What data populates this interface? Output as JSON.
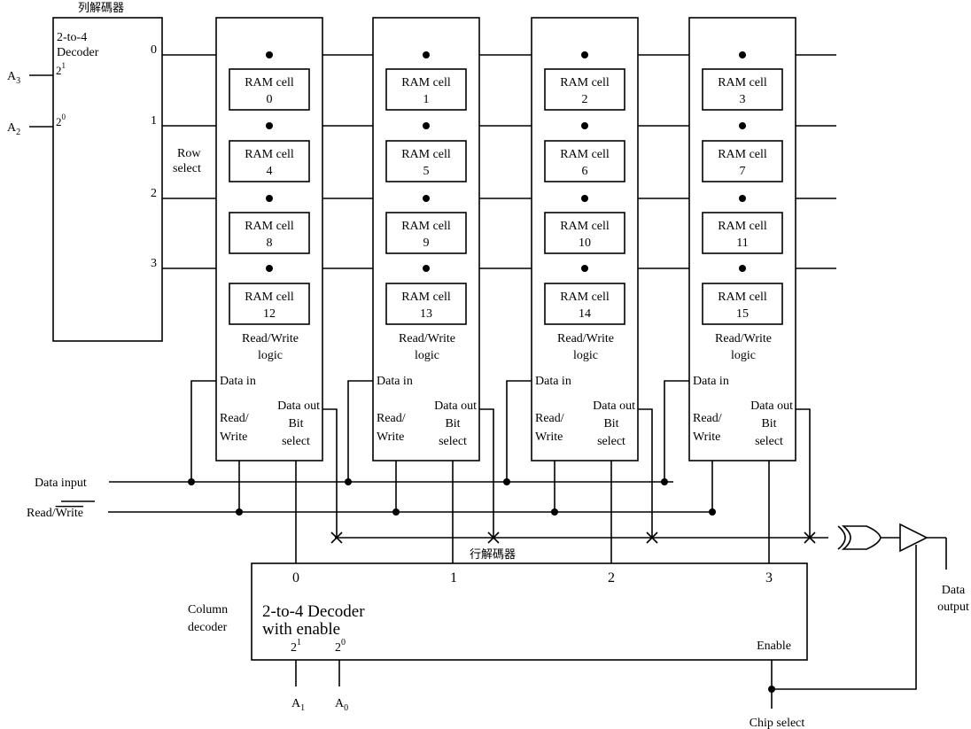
{
  "row_decoder": {
    "caption": "列解碼器",
    "title_line1": "2-to-4",
    "title_line2": "Decoder",
    "inputs": [
      {
        "base": "A",
        "sub": "3",
        "power_base": "2",
        "power_exp": "1"
      },
      {
        "base": "A",
        "sub": "2",
        "power_base": "2",
        "power_exp": "0"
      }
    ],
    "outputs": [
      "0",
      "1",
      "2",
      "3"
    ]
  },
  "row_select_label_line1": "Row",
  "row_select_label_line2": "select",
  "cell_prefix": "RAM cell",
  "cells": [
    "0",
    "1",
    "2",
    "3",
    "4",
    "5",
    "6",
    "7",
    "8",
    "9",
    "10",
    "11",
    "12",
    "13",
    "14",
    "15"
  ],
  "rw_logic_line1": "Read/Write",
  "rw_logic_line2": "logic",
  "data_in": "Data in",
  "read_line": "Read/",
  "write_line": "Write",
  "data_out": "Data out",
  "bit_line": "Bit",
  "select_line": "select",
  "data_input": "Data input",
  "read_write_prefix": "Read/",
  "read_write_bar": "Write",
  "column_decoder": {
    "caption": "行解碼器",
    "side_line1": "Column",
    "side_line2": "decoder",
    "title_line1": "2-to-4 Decoder",
    "title_line2": "with enable",
    "outputs": [
      "0",
      "1",
      "2",
      "3"
    ],
    "in_high": {
      "base": "2",
      "exp": "1",
      "signal": "A",
      "sub": "1"
    },
    "in_low": {
      "base": "2",
      "exp": "0",
      "signal": "A",
      "sub": "0"
    },
    "enable": "Enable"
  },
  "data_output_line1": "Data",
  "data_output_line2": "output",
  "chip_select": "Chip select"
}
